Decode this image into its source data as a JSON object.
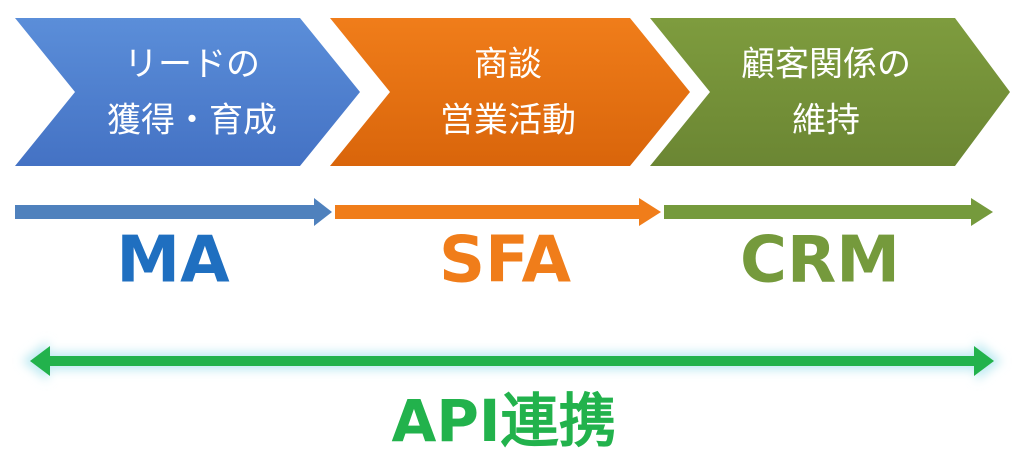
{
  "stages": [
    {
      "line1": "リードの",
      "line2": "獲得・育成",
      "acronym": "MA",
      "color": "#5B8ED9",
      "color_dark": "#4472C4",
      "arrow_color": "#4F81BD",
      "text_color": "#1F6FC0"
    },
    {
      "line1": "商談",
      "line2": "営業活動",
      "acronym": "SFA",
      "color": "#F07D1A",
      "color_dark": "#D9650B",
      "arrow_color": "#F07D1A",
      "text_color": "#F07D1A"
    },
    {
      "line1": "顧客関係の",
      "line2": "維持",
      "acronym": "CRM",
      "color": "#7E9C3E",
      "color_dark": "#6B8633",
      "arrow_color": "#759A3C",
      "text_color": "#759A3C"
    }
  ],
  "integration": {
    "label": "API連携",
    "color": "#22B24C",
    "glow_color": "#BFEAF2"
  }
}
